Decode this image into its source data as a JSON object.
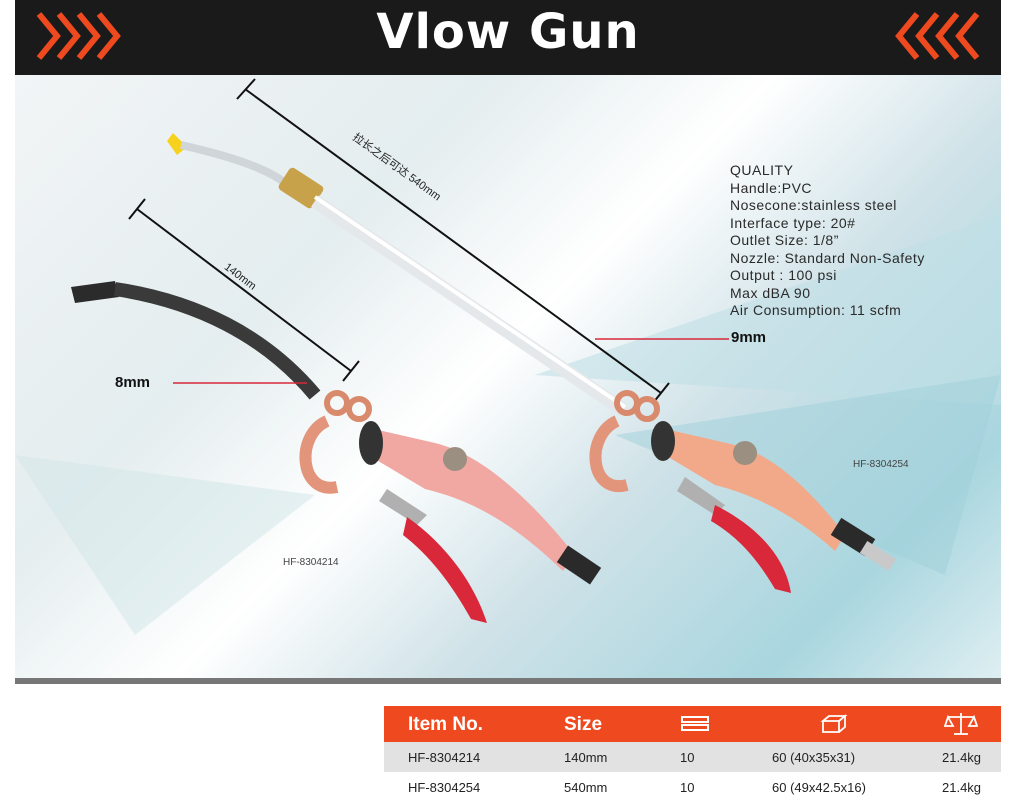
{
  "header": {
    "title": "Vlow Gun",
    "accent_color": "#ef4a1f",
    "left_icon": "chevrons-right-icon",
    "right_icon": "chevrons-left-icon"
  },
  "specs": {
    "heading": "QUALITY",
    "lines": [
      "Handle:PVC",
      "Nosecone:stainless steel",
      "Interface type: 20#",
      "Outlet Size:  1/8”",
      "Nozzle:  Standard Non-Safety",
      "Output :  100 psi",
      "Max dBA   90",
      "Air Consumption: 11 scfm"
    ]
  },
  "annotations": {
    "long_length": "拉长之后可达 540mm",
    "short_length": "140mm",
    "diameter_left": "8mm",
    "diameter_right": "9mm"
  },
  "models": {
    "left": "HF-8304214",
    "right": "HF-8304254"
  },
  "table": {
    "headers": {
      "item": "Item No.",
      "size": "Size",
      "qty_icon": "box-count-icon",
      "carton_icon": "carton-icon",
      "weight_icon": "scale-icon"
    },
    "rows": [
      {
        "item": "HF-8304214",
        "size": "140mm",
        "qty": "10",
        "carton": "60 (40x35x31)",
        "weight": "21.4kg"
      },
      {
        "item": "HF-8304254",
        "size": "540mm",
        "qty": "10",
        "carton": "60 (49x42.5x16)",
        "weight": "21.4kg"
      }
    ]
  }
}
